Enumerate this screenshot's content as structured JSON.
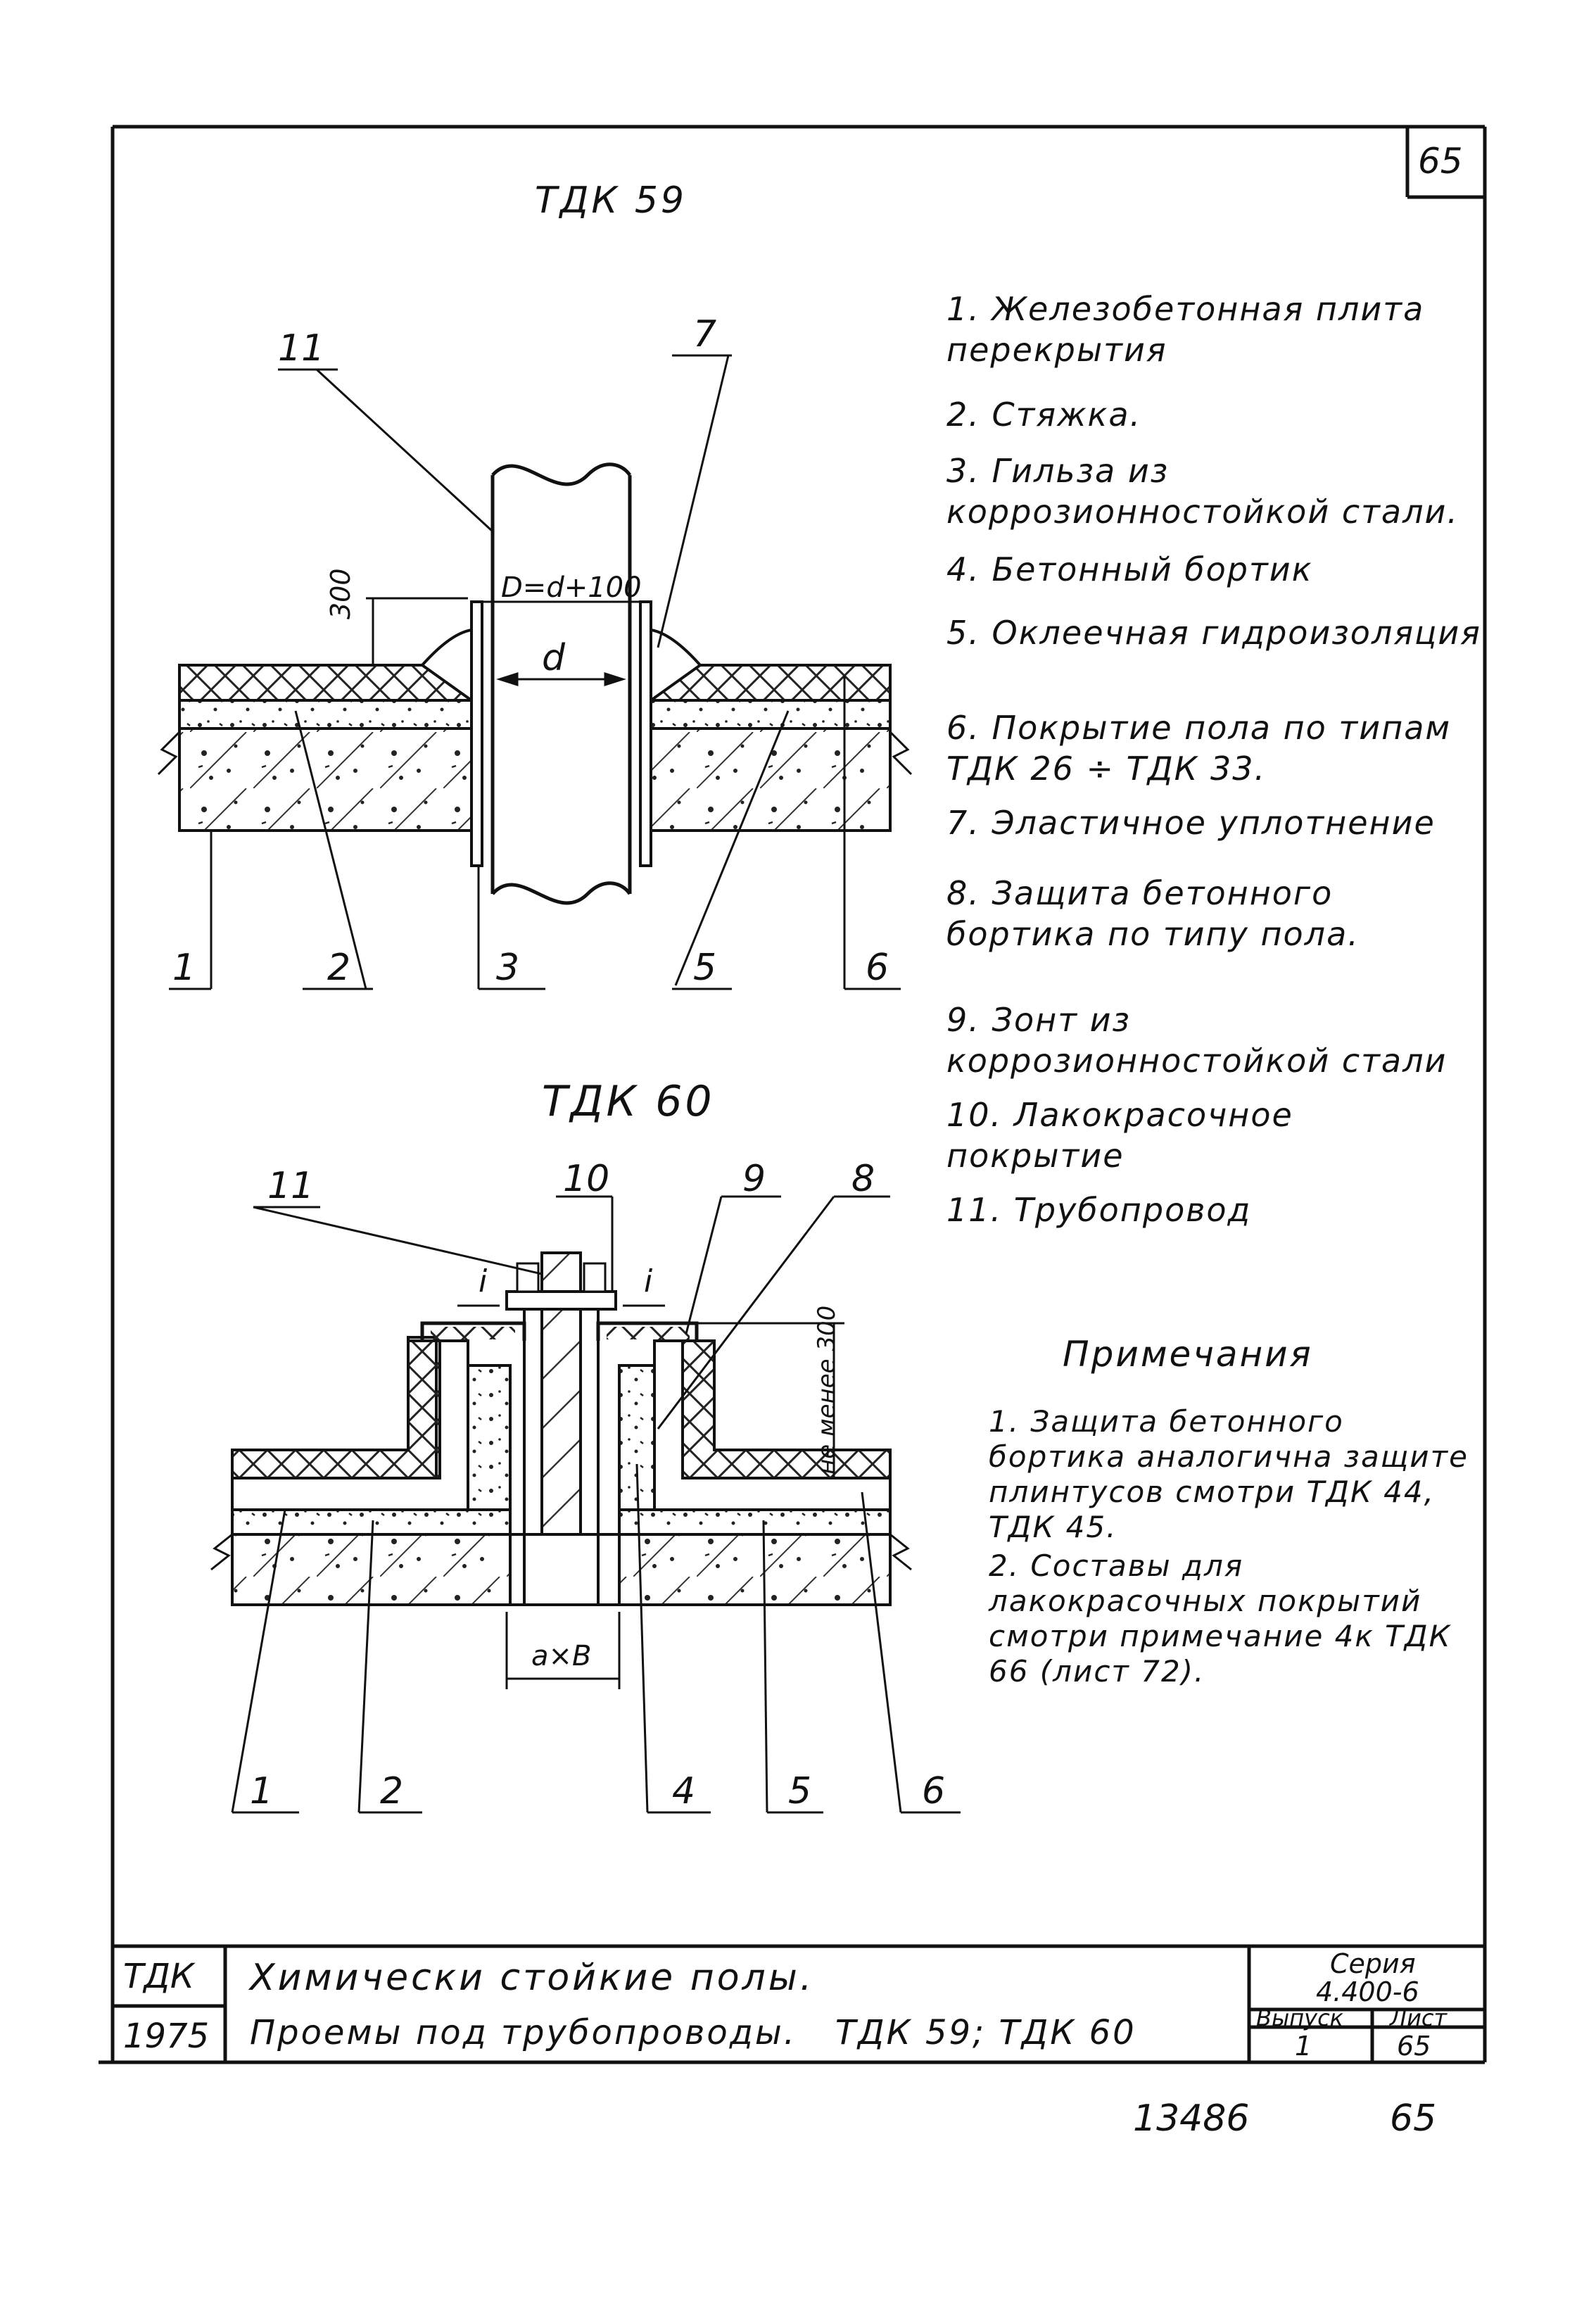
{
  "sheet": {
    "page_number": "65",
    "bottom_left_number": "13486",
    "bottom_right_number": "65"
  },
  "details": [
    {
      "code": "ТДК 59"
    },
    {
      "code": "ТДК 60"
    }
  ],
  "dimensions": {
    "d59_top": "300",
    "d59_sleeve": "D=d+100",
    "d59_pipe": "d",
    "d60_height": "не менее 300",
    "d60_width": "a×B",
    "gap_left": "i",
    "gap_right": "i"
  },
  "callouts59": [
    "1",
    "2",
    "3",
    "5",
    "6",
    "7",
    "11"
  ],
  "callouts60": [
    "1",
    "2",
    "4",
    "5",
    "6",
    "8",
    "9",
    "10",
    "11"
  ],
  "legend": [
    {
      "text": "1. Железобетонная плита перекрытия"
    },
    {
      "text": "2. Стяжка."
    },
    {
      "text": "3. Гильза из коррозионностойкой стали."
    },
    {
      "text": "4. Бетонный бортик"
    },
    {
      "text": "5. Оклеечная гидроизоляция"
    },
    {
      "text": "6. Покрытие пола по типам ТДК 26 ÷ ТДК 33."
    },
    {
      "text": "7. Эластичное уплотнение"
    },
    {
      "text": "8. Защита бетонного бортика по типу пола."
    },
    {
      "text": "9. Зонт из коррозионностойкой стали"
    },
    {
      "text": "10. Лакокрасочное покрытие"
    },
    {
      "text": "11. Трубопровод"
    }
  ],
  "notes": {
    "title": "Примечания",
    "items": [
      {
        "text": "1. Защита бетонного бортика аналогична защите плинтусов смотри ТДК 44, ТДК 45."
      },
      {
        "text": "2. Составы для лакокрасочных покрытий смотри примечание 4к ТДК 66 (лист 72)."
      }
    ]
  },
  "title_block": {
    "code": "ТДК",
    "year": "1975",
    "line1": "Химически стойкие полы.",
    "line2": "Проемы под трубопроводы.   ТДК 59; ТДК 60",
    "series_label": "Серия",
    "series_value": "4.400-6",
    "issue_label": "Выпуск",
    "issue_value": "1",
    "sheet_label": "Лист",
    "sheet_value": "65"
  }
}
